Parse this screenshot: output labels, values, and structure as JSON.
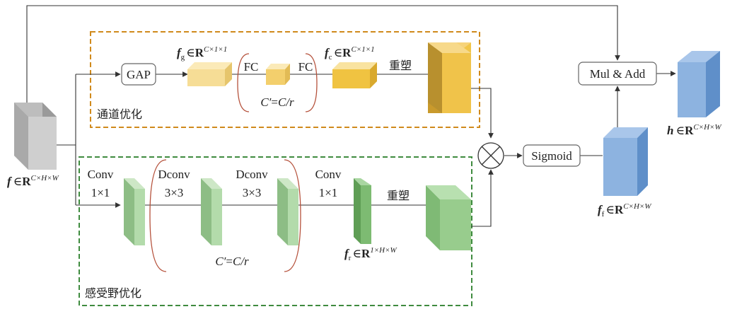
{
  "colors": {
    "orange_border": "#d08a1c",
    "green_border": "#3f8b3f",
    "gray_cube": "#c8c8c8",
    "yellow_light": "#f6dd96",
    "yellow_dark": "#f0c341",
    "green_light": "#a7d6a0",
    "green_mid": "#8dc583",
    "blue_cube": "#6d9bd3",
    "bracket_red": "#b5513b"
  },
  "blocks": {
    "gap": "GAP",
    "mul_add": "Mul & Add",
    "sigmoid": "Sigmoid"
  },
  "labels": {
    "fc1": "FC",
    "fc2": "FC",
    "reshape_top": "重塑",
    "reshape_bottom": "重塑",
    "channel_opt": "通道优化",
    "receptive_opt": "感受野优化",
    "conv1_a": "Conv",
    "conv1_b": "1×1",
    "dconv1_a": "Dconv",
    "dconv1_b": "3×3",
    "dconv2_a": "Dconv",
    "dconv2_b": "3×3",
    "conv2_a": "Conv",
    "conv2_b": "1×1"
  },
  "math": {
    "ratio_top": {
      "lhs": "C′",
      "eq": "=",
      "rhs": "C/r"
    },
    "ratio_bottom": {
      "lhs": "C′",
      "eq": "=",
      "rhs": "C/r"
    },
    "f_input": {
      "sym": "f",
      "in": "∈",
      "R": "R",
      "sup": "C×H×W"
    },
    "fg": {
      "sym": "f",
      "sub": "g",
      "in": "∈",
      "R": "R",
      "sup": "C×1×1"
    },
    "fc": {
      "sym": "f",
      "sub": "c",
      "in": "∈",
      "R": "R",
      "sup": "C×1×1"
    },
    "fr": {
      "sym": "f",
      "sub": "r",
      "in": "∈",
      "R": "R",
      "sup": "1×H×W"
    },
    "ff": {
      "sym": "f",
      "sub": "f",
      "in": "∈",
      "R": "R",
      "sup": "C×H×W"
    },
    "h": {
      "sym": "h",
      "in": "∈",
      "R": "R",
      "sup": "C×H×W"
    }
  },
  "operators": {
    "multiply_icon": "circle-times"
  }
}
